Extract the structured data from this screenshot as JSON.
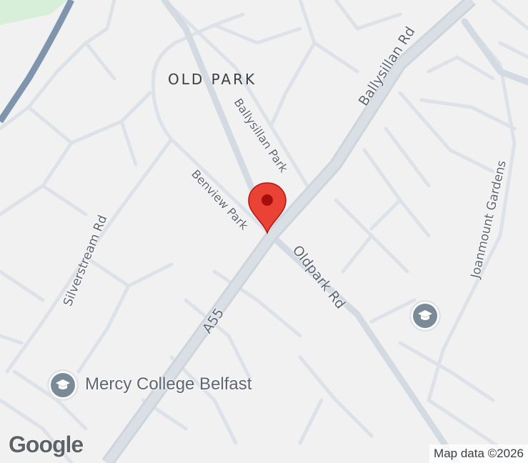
{
  "map": {
    "area_label": "OLD PARK",
    "roads": {
      "ballysillan_rd": "Ballysillan Rd",
      "ballysillan_park": "Ballysillan Park",
      "benview_park": "Benview Park",
      "oldpark_rd": "Oldpark Rd",
      "silverstream_rd": "Silverstream Rd",
      "joanmount_gardens": "Joanmount Gardens",
      "a55": "A55"
    },
    "pois": {
      "mercy_college": "Mercy College Belfast"
    },
    "icons": {
      "poi": "school-icon",
      "pin": "location-pin-icon"
    },
    "colors": {
      "background": "#f1f1f2",
      "road": "#dde2e8",
      "main_road": "#cfd6de",
      "motorway": "#7f95ad",
      "green": "#d7efd9",
      "pin": "#ea4335",
      "poi": "#7b8a97"
    }
  },
  "branding": {
    "logo": "Google",
    "attribution": "Map data ©2026"
  }
}
